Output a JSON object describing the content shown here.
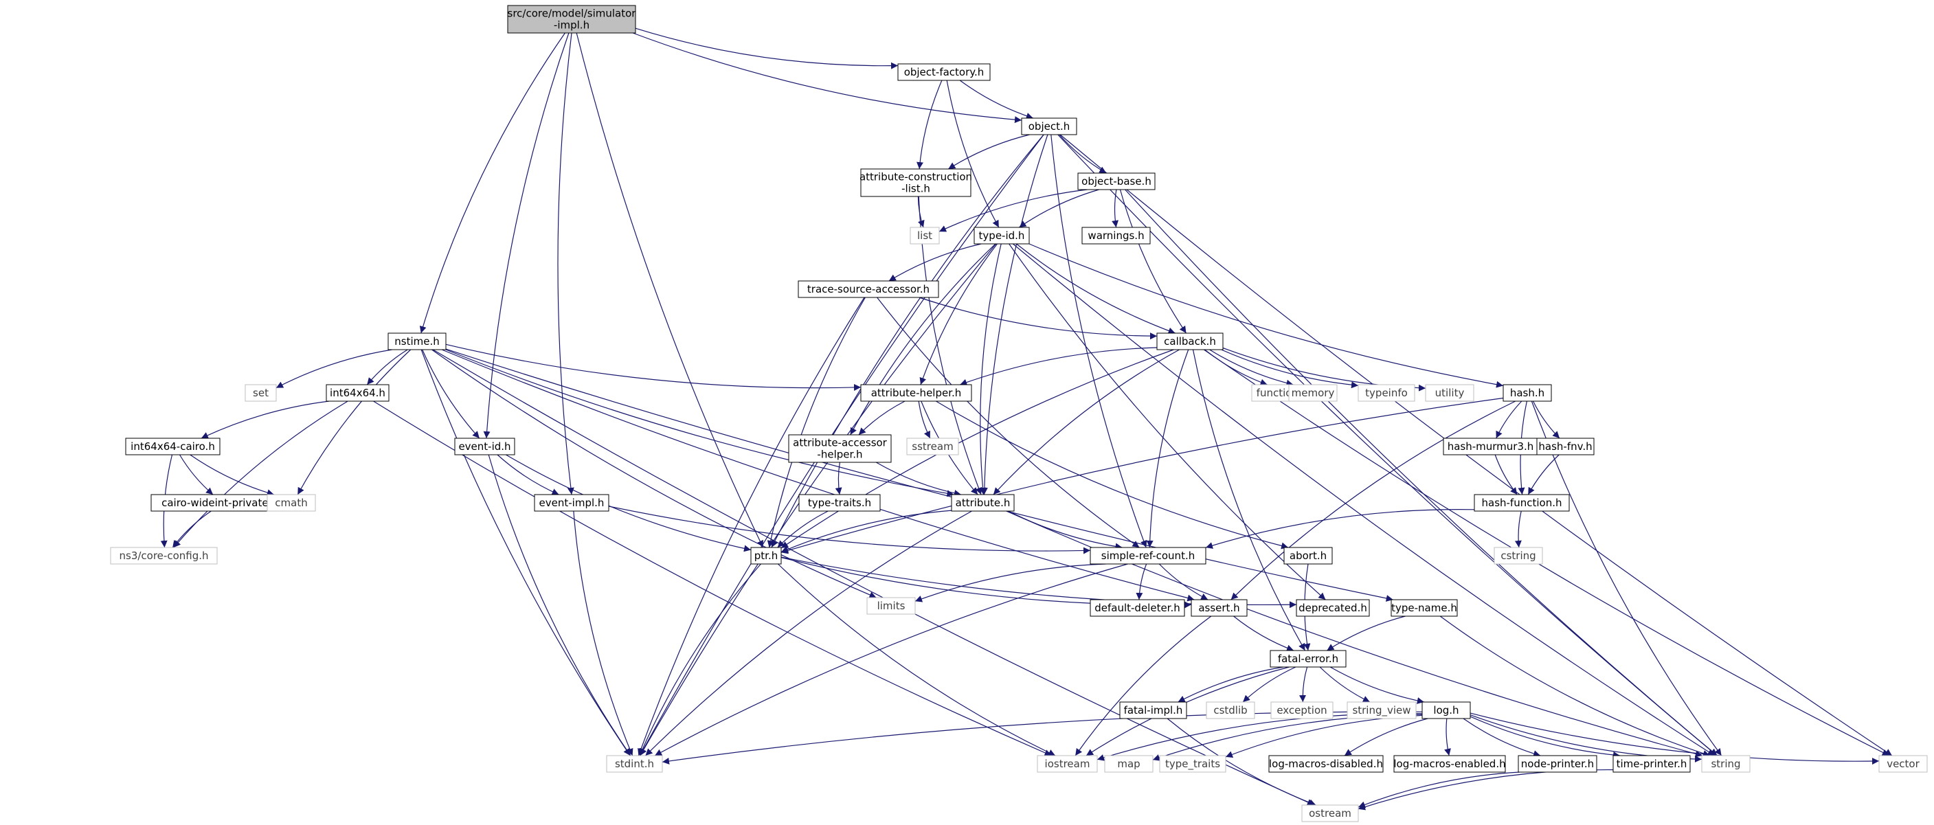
{
  "diagram": {
    "nodes": [
      {
        "id": "root",
        "lines": [
          "src/core/model/simulator",
          "-impl.h"
        ],
        "style": "root"
      },
      {
        "id": "object-factory",
        "lines": [
          "object-factory.h"
        ],
        "style": "header"
      },
      {
        "id": "object",
        "lines": [
          "object.h"
        ],
        "style": "header"
      },
      {
        "id": "attr-construction",
        "lines": [
          "attribute-construction",
          "-list.h"
        ],
        "style": "header"
      },
      {
        "id": "object-base",
        "lines": [
          "object-base.h"
        ],
        "style": "header"
      },
      {
        "id": "list",
        "lines": [
          "list"
        ],
        "style": "system"
      },
      {
        "id": "type-id",
        "lines": [
          "type-id.h"
        ],
        "style": "header"
      },
      {
        "id": "warnings",
        "lines": [
          "warnings.h"
        ],
        "style": "header"
      },
      {
        "id": "trace-source",
        "lines": [
          "trace-source-accessor.h"
        ],
        "style": "header"
      },
      {
        "id": "nstime",
        "lines": [
          "nstime.h"
        ],
        "style": "header"
      },
      {
        "id": "callback",
        "lines": [
          "callback.h"
        ],
        "style": "header"
      },
      {
        "id": "set",
        "lines": [
          "set"
        ],
        "style": "system"
      },
      {
        "id": "int64x64",
        "lines": [
          "int64x64.h"
        ],
        "style": "header"
      },
      {
        "id": "attribute-helper",
        "lines": [
          "attribute-helper.h"
        ],
        "style": "header"
      },
      {
        "id": "functional",
        "lines": [
          "functional"
        ],
        "style": "system"
      },
      {
        "id": "memory",
        "lines": [
          "memory"
        ],
        "style": "system"
      },
      {
        "id": "typeinfo",
        "lines": [
          "typeinfo"
        ],
        "style": "system"
      },
      {
        "id": "utility",
        "lines": [
          "utility"
        ],
        "style": "system"
      },
      {
        "id": "hash",
        "lines": [
          "hash.h"
        ],
        "style": "header"
      },
      {
        "id": "int64x64-cairo",
        "lines": [
          "int64x64-cairo.h"
        ],
        "style": "header"
      },
      {
        "id": "event-id",
        "lines": [
          "event-id.h"
        ],
        "style": "header"
      },
      {
        "id": "sstream",
        "lines": [
          "sstream"
        ],
        "style": "system"
      },
      {
        "id": "attr-accessor",
        "lines": [
          "attribute-accessor",
          "-helper.h"
        ],
        "style": "header"
      },
      {
        "id": "hash-murmur3",
        "lines": [
          "hash-murmur3.h"
        ],
        "style": "header"
      },
      {
        "id": "hash-fnv",
        "lines": [
          "hash-fnv.h"
        ],
        "style": "header"
      },
      {
        "id": "cairo-wideint",
        "lines": [
          "cairo-wideint-private.h"
        ],
        "style": "header"
      },
      {
        "id": "cmath",
        "lines": [
          "cmath"
        ],
        "style": "system"
      },
      {
        "id": "type-traits",
        "lines": [
          "type-traits.h"
        ],
        "style": "header"
      },
      {
        "id": "attribute",
        "lines": [
          "attribute.h"
        ],
        "style": "header"
      },
      {
        "id": "hash-function",
        "lines": [
          "hash-function.h"
        ],
        "style": "header"
      },
      {
        "id": "event-impl",
        "lines": [
          "event-impl.h"
        ],
        "style": "header"
      },
      {
        "id": "ns3-core-config",
        "lines": [
          "ns3/core-config.h"
        ],
        "style": "system"
      },
      {
        "id": "cstring",
        "lines": [
          "cstring"
        ],
        "style": "system"
      },
      {
        "id": "ptr",
        "lines": [
          "ptr.h"
        ],
        "style": "header"
      },
      {
        "id": "simple-ref-count",
        "lines": [
          "simple-ref-count.h"
        ],
        "style": "header"
      },
      {
        "id": "abort",
        "lines": [
          "abort.h"
        ],
        "style": "header"
      },
      {
        "id": "limits",
        "lines": [
          "limits"
        ],
        "style": "system"
      },
      {
        "id": "default-deleter",
        "lines": [
          "default-deleter.h"
        ],
        "style": "header"
      },
      {
        "id": "assert",
        "lines": [
          "assert.h"
        ],
        "style": "header"
      },
      {
        "id": "deprecated",
        "lines": [
          "deprecated.h"
        ],
        "style": "header"
      },
      {
        "id": "type-name",
        "lines": [
          "type-name.h"
        ],
        "style": "header"
      },
      {
        "id": "fatal-error",
        "lines": [
          "fatal-error.h"
        ],
        "style": "header"
      },
      {
        "id": "fatal-impl",
        "lines": [
          "fatal-impl.h"
        ],
        "style": "header"
      },
      {
        "id": "cstdlib",
        "lines": [
          "cstdlib"
        ],
        "style": "system"
      },
      {
        "id": "exception",
        "lines": [
          "exception"
        ],
        "style": "system"
      },
      {
        "id": "string-view",
        "lines": [
          "string_view"
        ],
        "style": "system"
      },
      {
        "id": "log",
        "lines": [
          "log.h"
        ],
        "style": "header"
      },
      {
        "id": "stdint",
        "lines": [
          "stdint.h"
        ],
        "style": "system"
      },
      {
        "id": "iostream",
        "lines": [
          "iostream"
        ],
        "style": "system"
      },
      {
        "id": "map",
        "lines": [
          "map"
        ],
        "style": "system"
      },
      {
        "id": "type-traits-std",
        "lines": [
          "type_traits"
        ],
        "style": "system"
      },
      {
        "id": "log-macros-disabled",
        "lines": [
          "log-macros-disabled.h"
        ],
        "style": "header"
      },
      {
        "id": "log-macros-enabled",
        "lines": [
          "log-macros-enabled.h"
        ],
        "style": "header"
      },
      {
        "id": "node-printer",
        "lines": [
          "node-printer.h"
        ],
        "style": "header"
      },
      {
        "id": "time-printer",
        "lines": [
          "time-printer.h"
        ],
        "style": "header"
      },
      {
        "id": "string",
        "lines": [
          "string"
        ],
        "style": "system"
      },
      {
        "id": "vector",
        "lines": [
          "vector"
        ],
        "style": "system"
      },
      {
        "id": "ostream",
        "lines": [
          "ostream"
        ],
        "style": "system"
      }
    ],
    "edges": [
      [
        "root",
        "object-factory"
      ],
      [
        "root",
        "object"
      ],
      [
        "root",
        "nstime"
      ],
      [
        "root",
        "event-id"
      ],
      [
        "root",
        "event-impl"
      ],
      [
        "root",
        "ptr"
      ],
      [
        "object-factory",
        "object"
      ],
      [
        "object-factory",
        "attr-construction"
      ],
      [
        "object-factory",
        "type-id"
      ],
      [
        "object",
        "attr-construction"
      ],
      [
        "object",
        "object-base"
      ],
      [
        "object",
        "attribute"
      ],
      [
        "object",
        "ptr"
      ],
      [
        "object",
        "simple-ref-count"
      ],
      [
        "object",
        "stdint"
      ],
      [
        "object",
        "string"
      ],
      [
        "object",
        "vector"
      ],
      [
        "attr-construction",
        "list"
      ],
      [
        "attr-construction",
        "attribute"
      ],
      [
        "object-base",
        "list"
      ],
      [
        "object-base",
        "type-id"
      ],
      [
        "object-base",
        "warnings"
      ],
      [
        "object-base",
        "callback"
      ],
      [
        "object-base",
        "string"
      ],
      [
        "type-id",
        "trace-source"
      ],
      [
        "type-id",
        "callback"
      ],
      [
        "type-id",
        "attribute-helper"
      ],
      [
        "type-id",
        "attr-accessor"
      ],
      [
        "type-id",
        "attribute"
      ],
      [
        "type-id",
        "hash"
      ],
      [
        "type-id",
        "deprecated"
      ],
      [
        "type-id",
        "stdint"
      ],
      [
        "type-id",
        "string"
      ],
      [
        "trace-source",
        "callback"
      ],
      [
        "trace-source",
        "ptr"
      ],
      [
        "trace-source",
        "simple-ref-count"
      ],
      [
        "trace-source",
        "stdint"
      ],
      [
        "nstime",
        "set"
      ],
      [
        "nstime",
        "int64x64"
      ],
      [
        "nstime",
        "attribute-helper"
      ],
      [
        "nstime",
        "event-id"
      ],
      [
        "nstime",
        "attribute"
      ],
      [
        "nstime",
        "cmath"
      ],
      [
        "nstime",
        "limits"
      ],
      [
        "nstime",
        "assert"
      ],
      [
        "nstime",
        "stdint"
      ],
      [
        "nstime",
        "ostream"
      ],
      [
        "nstime",
        "type-name"
      ],
      [
        "callback",
        "attribute-helper"
      ],
      [
        "callback",
        "functional"
      ],
      [
        "callback",
        "memory"
      ],
      [
        "callback",
        "typeinfo"
      ],
      [
        "callback",
        "utility"
      ],
      [
        "callback",
        "attribute"
      ],
      [
        "callback",
        "ptr"
      ],
      [
        "callback",
        "simple-ref-count"
      ],
      [
        "callback",
        "fatal-error"
      ],
      [
        "callback",
        "vector"
      ],
      [
        "attribute-helper",
        "attr-accessor"
      ],
      [
        "attribute-helper",
        "sstream"
      ],
      [
        "attribute-helper",
        "attribute"
      ],
      [
        "attribute-helper",
        "abort"
      ],
      [
        "hash",
        "hash-murmur3"
      ],
      [
        "hash",
        "hash-fnv"
      ],
      [
        "hash",
        "hash-function"
      ],
      [
        "hash",
        "assert"
      ],
      [
        "hash",
        "ptr"
      ],
      [
        "hash",
        "string"
      ],
      [
        "int64x64",
        "int64x64-cairo"
      ],
      [
        "int64x64",
        "ns3-core-config"
      ],
      [
        "int64x64",
        "iostream"
      ],
      [
        "int64x64-cairo",
        "cairo-wideint"
      ],
      [
        "int64x64-cairo",
        "cmath"
      ],
      [
        "int64x64-cairo",
        "ns3-core-config"
      ],
      [
        "cairo-wideint",
        "ns3-core-config"
      ],
      [
        "event-id",
        "event-impl"
      ],
      [
        "event-id",
        "ptr"
      ],
      [
        "event-id",
        "stdint"
      ],
      [
        "attr-accessor",
        "type-traits"
      ],
      [
        "attr-accessor",
        "attribute"
      ],
      [
        "type-traits",
        "ptr"
      ],
      [
        "hash-murmur3",
        "hash-function"
      ],
      [
        "hash-fnv",
        "hash-function"
      ],
      [
        "hash-function",
        "cstring"
      ],
      [
        "hash-function",
        "simple-ref-count"
      ],
      [
        "attribute",
        "ptr"
      ],
      [
        "attribute",
        "simple-ref-count"
      ],
      [
        "attribute",
        "string"
      ],
      [
        "attribute",
        "stdint"
      ],
      [
        "event-impl",
        "simple-ref-count"
      ],
      [
        "event-impl",
        "stdint"
      ],
      [
        "ptr",
        "assert"
      ],
      [
        "ptr",
        "deprecated"
      ],
      [
        "ptr",
        "iostream"
      ],
      [
        "ptr",
        "stdint"
      ],
      [
        "simple-ref-count",
        "default-deleter"
      ],
      [
        "simple-ref-count",
        "assert"
      ],
      [
        "simple-ref-count",
        "limits"
      ],
      [
        "simple-ref-count",
        "stdint"
      ],
      [
        "abort",
        "fatal-error"
      ],
      [
        "assert",
        "fatal-error"
      ],
      [
        "assert",
        "iostream"
      ],
      [
        "type-name",
        "fatal-error"
      ],
      [
        "type-name",
        "string"
      ],
      [
        "fatal-error",
        "fatal-impl"
      ],
      [
        "fatal-error",
        "cstdlib"
      ],
      [
        "fatal-error",
        "exception"
      ],
      [
        "fatal-error",
        "string-view"
      ],
      [
        "fatal-error",
        "log"
      ],
      [
        "fatal-error",
        "iostream"
      ],
      [
        "fatal-impl",
        "ostream"
      ],
      [
        "log",
        "stdint"
      ],
      [
        "log",
        "iostream"
      ],
      [
        "log",
        "map"
      ],
      [
        "log",
        "type-traits-std"
      ],
      [
        "log",
        "log-macros-disabled"
      ],
      [
        "log",
        "log-macros-enabled"
      ],
      [
        "log",
        "node-printer"
      ],
      [
        "log",
        "time-printer"
      ],
      [
        "log",
        "string"
      ],
      [
        "log",
        "vector"
      ],
      [
        "node-printer",
        "ostream"
      ],
      [
        "time-printer",
        "ostream"
      ]
    ],
    "colors": {
      "edge": "#191970",
      "header_border": "#000000",
      "system_border": "#bfbfbf",
      "root_fill": "#bfbfbf",
      "system_text": "#404040"
    }
  }
}
